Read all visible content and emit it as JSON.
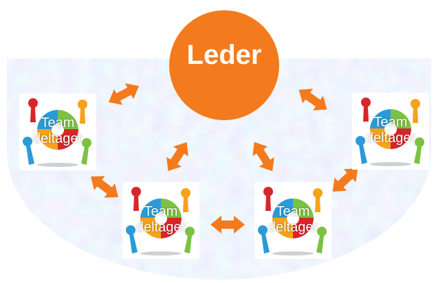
{
  "leader": {
    "label": "Leder"
  },
  "members": [
    {
      "id": "top-left",
      "line1": "Team",
      "line2": "deltager"
    },
    {
      "id": "top-right",
      "line1": "Team",
      "line2": "deltager"
    },
    {
      "id": "bottom-left",
      "line1": "Team",
      "line2": "deltager"
    },
    {
      "id": "bottom-right",
      "line1": "Team",
      "line2": "deltager"
    }
  ],
  "colors": {
    "accent": "#f37b1d",
    "background": "#d9e8f6",
    "puzzle_green": "#7cc142",
    "puzzle_blue": "#2b9bd8",
    "puzzle_red": "#d7262b",
    "puzzle_yellow": "#f6a21a"
  }
}
